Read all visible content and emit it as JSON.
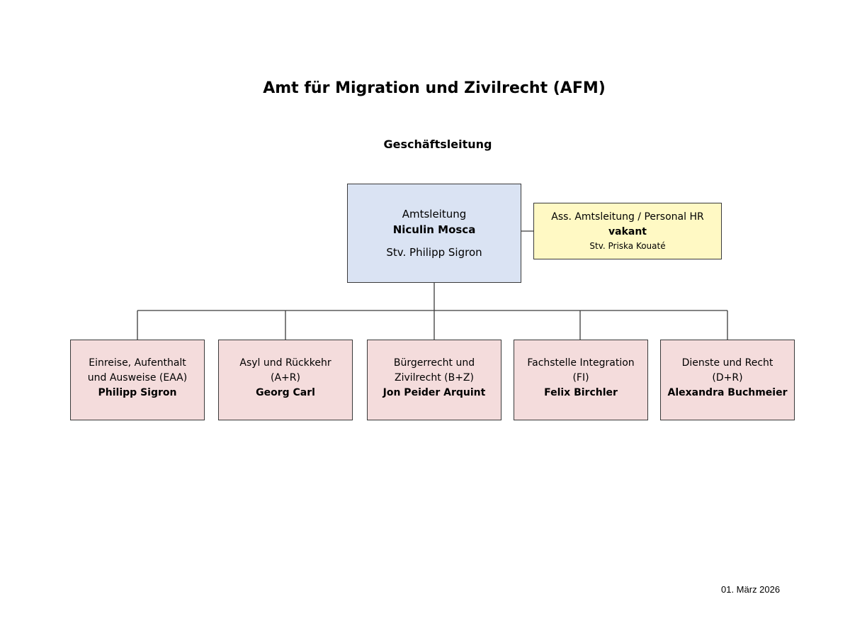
{
  "title": "Amt für Migration und Zivilrecht (AFM)",
  "subtitle": "Geschäftsleitung",
  "leadership": {
    "role": "Amtsleitung",
    "name": "Niculin Mosca",
    "deputy": "Stv. Philipp Sigron"
  },
  "assistant": {
    "role": "Ass. Amtsleitung / Personal HR",
    "name": "vakant",
    "deputy": "Stv. Priska Kouaté"
  },
  "departments": [
    {
      "line1": "Einreise, Aufenthalt",
      "line2": "und Ausweise (EAA)",
      "head": "Philipp Sigron"
    },
    {
      "line1": "Asyl und Rückkehr",
      "line2": "(A+R)",
      "head": "Georg Carl"
    },
    {
      "line1": "Bürgerrecht und",
      "line2": "Zivilrecht (B+Z)",
      "head": "Jon Peider Arquint"
    },
    {
      "line1": "Fachstelle Integration",
      "line2": "(FI)",
      "head": "Felix Birchler"
    },
    {
      "line1": "Dienste und Recht",
      "line2": "(D+R)",
      "head": "Alexandra Buchmeier"
    }
  ],
  "date": "01. März 2026"
}
